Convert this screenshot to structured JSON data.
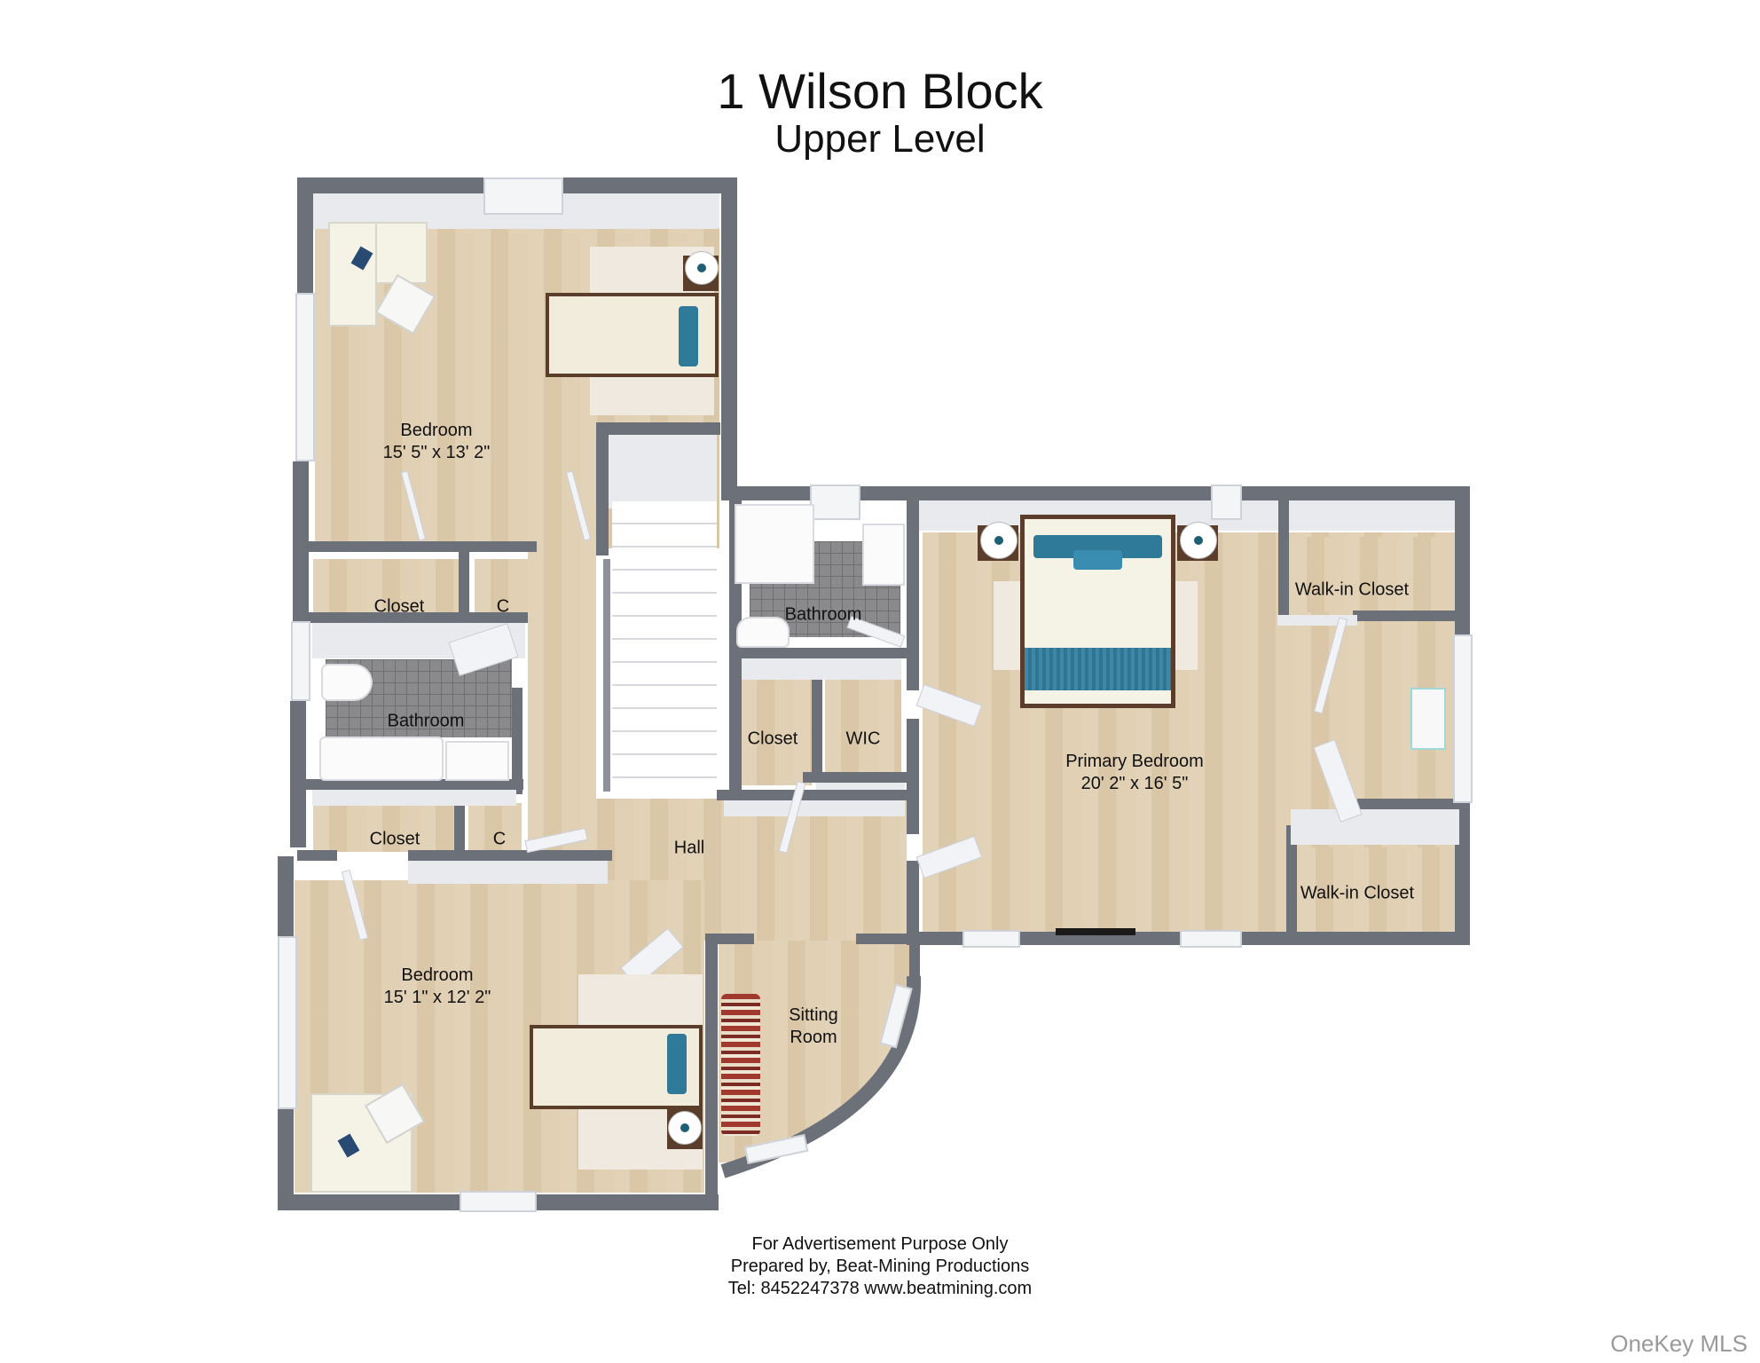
{
  "header": {
    "title": "1 Wilson Block",
    "subtitle": "Upper Level"
  },
  "rooms": {
    "bedroom_top": {
      "name": "Bedroom",
      "dimensions": "15' 5\" x 13' 2\""
    },
    "closet_top": {
      "name": "Closet"
    },
    "c_top": {
      "name": "C"
    },
    "bathroom_left": {
      "name": "Bathroom"
    },
    "closet_mid": {
      "name": "Closet"
    },
    "c_mid": {
      "name": "C"
    },
    "hall": {
      "name": "Hall"
    },
    "bedroom_bottom": {
      "name": "Bedroom",
      "dimensions": "15' 1\" x 12' 2\""
    },
    "sitting_room": {
      "name_line1": "Sitting",
      "name_line2": "Room"
    },
    "bathroom_center": {
      "name": "Bathroom"
    },
    "closet_center": {
      "name": "Closet"
    },
    "wic": {
      "name": "WIC"
    },
    "primary_bedroom": {
      "name": "Primary Bedroom",
      "dimensions": "20' 2\" x 16' 5\""
    },
    "walkin_closet_top": {
      "name": "Walk-in Closet"
    },
    "walkin_closet_bottom": {
      "name": "Walk-in Closet"
    }
  },
  "footer": {
    "line1": "For Advertisement Purpose Only",
    "line2": "Prepared by, Beat-Mining Productions",
    "line3": "Tel: 8452247378 www.beatmining.com"
  },
  "watermark": "OneKey MLS",
  "colors": {
    "wall": "#6b7079",
    "inner_wall": "#e9eaee",
    "floor": "#dfcdb0",
    "tile": "#8a8a8c",
    "accent_blue": "#2f7a98",
    "furniture_wood": "#5a3d2b"
  }
}
